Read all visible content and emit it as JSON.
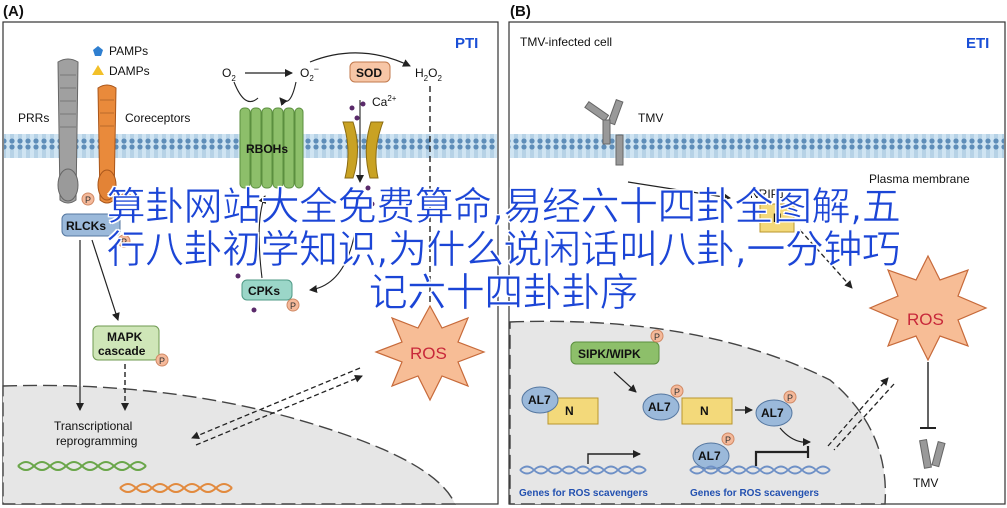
{
  "panels": {
    "a": {
      "label": "(A)",
      "tag": "PTI",
      "tag_color": "#1a4fd6",
      "pamps": "PAMPs",
      "damps": "DAMPs",
      "prrs": "PRRs",
      "coreceptors": "Coreceptors",
      "o2": "O",
      "o2_sub": "2",
      "o2m": "O",
      "o2m_sub": "2",
      "o2m_sup": "−",
      "sod": "SOD",
      "h2o2": "H",
      "h2o2_sub1": "2",
      "h2o2_o": "O",
      "h2o2_sub2": "2",
      "ca": "Ca",
      "ca_sup": "2+",
      "rbohs": "RBOHs",
      "rlcks": "RLCKs",
      "cpks": "CPKs",
      "mapk_line1": "MAPK",
      "mapk_line2": "cascade",
      "ros": "ROS",
      "transcr_line1": "Transcriptional",
      "transcr_line2": "reprogramming",
      "p": "P"
    },
    "b": {
      "label": "(B)",
      "tag": "ETI",
      "tag_color": "#1a4fd6",
      "infected": "TMV-infected cell",
      "tmv": "TMV",
      "plasma": "Plasma membrane",
      "nrip1": "NRIP1",
      "n": "N",
      "sipk": "SIPK/WIPK",
      "al7": "AL7",
      "ros": "ROS",
      "genes1": "Genes for ROS scavengers",
      "genes2": "Genes for ROS scavengers",
      "tmv_bottom": "TMV",
      "p": "P"
    }
  },
  "overlay": {
    "line1": "算卦网站大全免费算命,易经六十四卦全图解,五",
    "line2": "行八卦初学知识,为什么说闲话叫八卦,一分钟巧",
    "line3": "记六十四卦卦序"
  },
  "colors": {
    "membrane": "#a9cde6",
    "membrane_dot": "#5e8db8",
    "green": "#8dbf6a",
    "green_dark": "#5b8f3f",
    "orange": "#e98a3b",
    "gray": "#9a9a9a",
    "nucleus": "#e6e6e6",
    "ros_fill": "#f7bd96",
    "ros_text": "#c8283a",
    "yellow": "#f3d97a",
    "blue_oval": "#9bb9da",
    "p_fill": "#f5b99a",
    "dna_green": "#6aa64a",
    "dna_orange": "#e28a3e",
    "dna_blue": "#6e90c6",
    "genes_text": "#2250b0"
  }
}
